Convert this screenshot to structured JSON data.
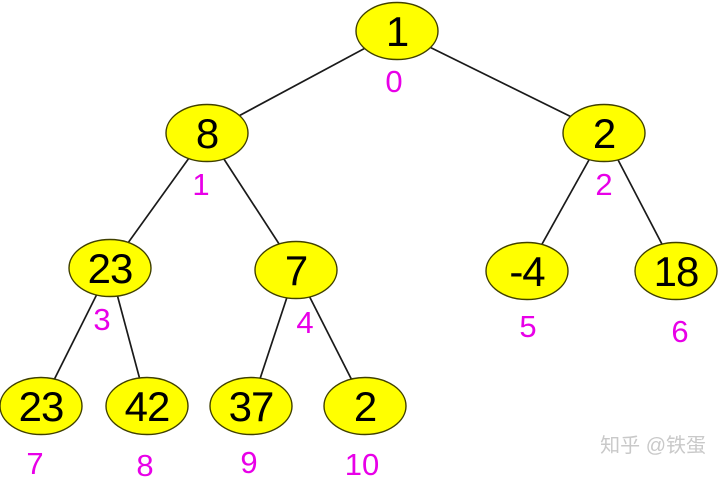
{
  "tree": {
    "nodes": [
      {
        "value": "1",
        "index": "0"
      },
      {
        "value": "8",
        "index": "1"
      },
      {
        "value": "2",
        "index": "2"
      },
      {
        "value": "23",
        "index": "3"
      },
      {
        "value": "7",
        "index": "4"
      },
      {
        "value": "-4",
        "index": "5"
      },
      {
        "value": "18",
        "index": "6"
      },
      {
        "value": "23",
        "index": "7"
      },
      {
        "value": "42",
        "index": "8"
      },
      {
        "value": "37",
        "index": "9"
      },
      {
        "value": "2",
        "index": "10"
      }
    ],
    "edges": [
      [
        0,
        1
      ],
      [
        0,
        2
      ],
      [
        1,
        3
      ],
      [
        1,
        4
      ],
      [
        2,
        5
      ],
      [
        2,
        6
      ],
      [
        3,
        7
      ],
      [
        3,
        8
      ],
      [
        4,
        9
      ],
      [
        4,
        10
      ]
    ]
  },
  "colors": {
    "node_fill": "#ffff00",
    "node_stroke": "#404000",
    "node_text": "#000000",
    "edge": "#1a1a1a",
    "index_label": "#e800e8",
    "watermark_text": "#c9c9c9",
    "background": "#ffffff"
  },
  "watermark": {
    "text": "知乎 @铁蛋"
  }
}
